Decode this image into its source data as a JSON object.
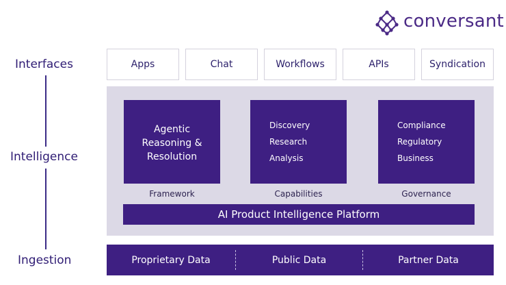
{
  "brand": {
    "name": "conversant",
    "color": "#4b2a86"
  },
  "layers": {
    "interfaces": "Interfaces",
    "intelligence": "Intelligence",
    "ingestion": "Ingestion"
  },
  "interfaces": [
    "Apps",
    "Chat",
    "Workflows",
    "APIs",
    "Syndication"
  ],
  "intelligence": {
    "agentic": [
      "Agentic",
      "Reasoning &",
      "Resolution"
    ],
    "capabilities": [
      "Discovery",
      "Research",
      "Analysis"
    ],
    "governance": [
      "Compliance",
      "Regulatory",
      "Business"
    ],
    "captions": [
      "Framework",
      "Capabilities",
      "Governance"
    ],
    "platform": "AI Product Intelligence Platform"
  },
  "ingestion": [
    "Proprietary Data",
    "Public Data",
    "Partner Data"
  ],
  "colors": {
    "primary": "#3e1f82",
    "panel": "#dcd9e6",
    "label": "#2f1c74"
  }
}
